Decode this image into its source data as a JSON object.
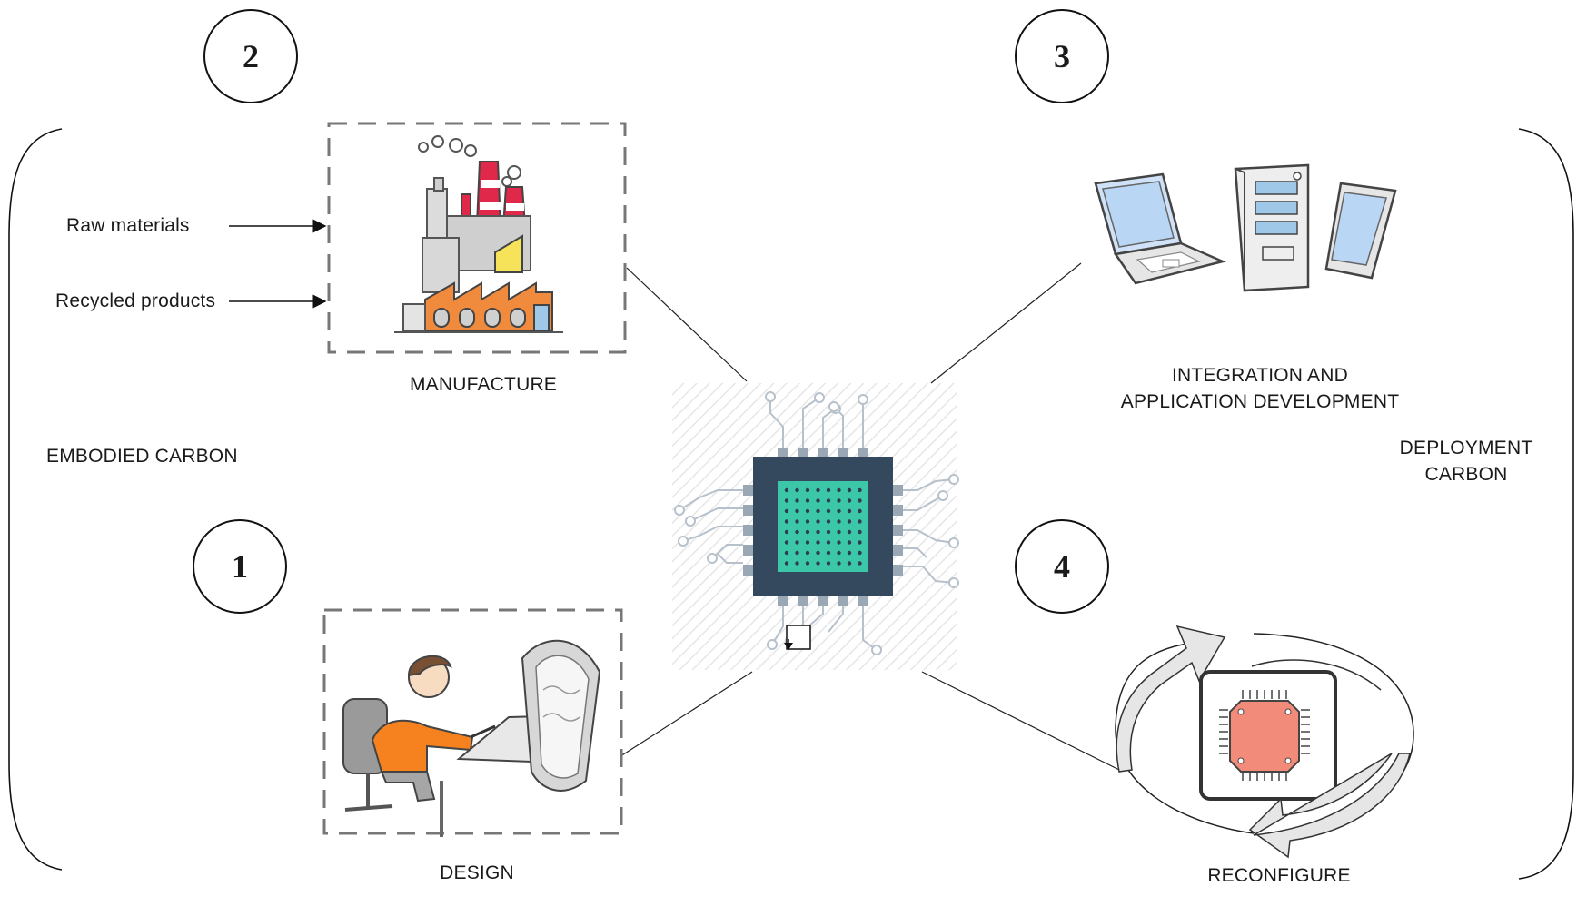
{
  "steps": [
    "1",
    "2",
    "3",
    "4"
  ],
  "labels": {
    "raw_materials": "Raw materials",
    "recycled_products": "Recycled products",
    "manufacture": "MANUFACTURE",
    "design": "DESIGN",
    "integration_line1": "INTEGRATION AND",
    "integration_line2": "APPLICATION DEVELOPMENT",
    "reconfigure": "RECONFIGURE",
    "embodied_carbon": "EMBODIED CARBON",
    "deployment_line1": "DEPLOYMENT",
    "deployment_line2": "CARBON"
  },
  "icons": [
    "factory-icon",
    "designer-at-tablet-icon",
    "laptop-icon",
    "desktop-tower-icon",
    "smartphone-icon",
    "chip-reconfigure-icon",
    "central-chip-icon"
  ],
  "colors": {
    "chip_body": "#34495e",
    "chip_core": "#3cc8a8",
    "factory_red": "#e0284a",
    "factory_orange": "#f08a3c",
    "designer_orange": "#f5821f",
    "device_blue": "#b9d6f5",
    "reconfig_chip": "#f28b7a"
  }
}
